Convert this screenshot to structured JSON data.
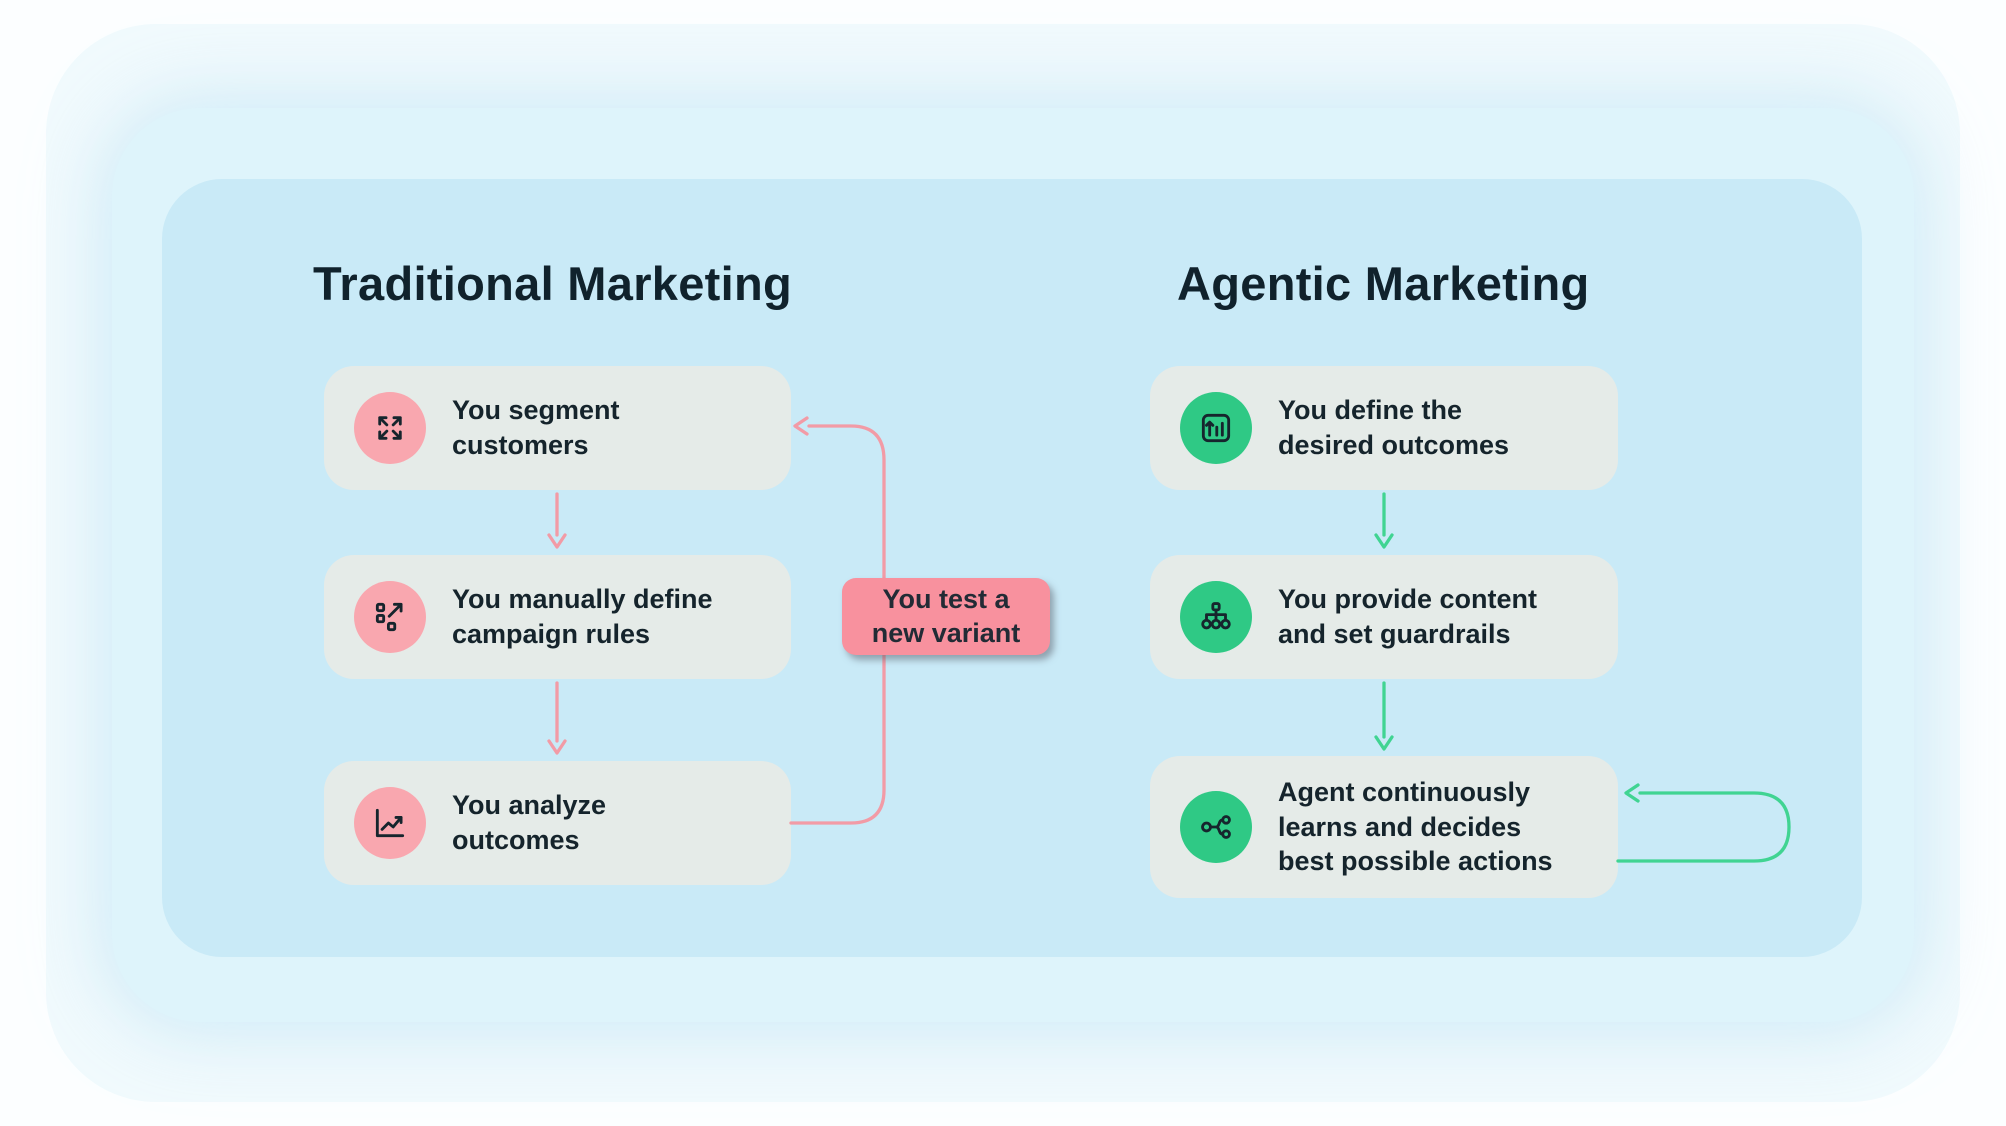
{
  "colors": {
    "panel_bg": "#c9eaf7",
    "card_bg": "#e5ebe8",
    "pink_circle": "#f9a7af",
    "pink_line": "#f29ba6",
    "pink_badge": "#f8919e",
    "green_circle": "#2fc985",
    "green_line": "#40d492",
    "text_dark": "#15242c"
  },
  "traditional": {
    "title": "Traditional Marketing",
    "steps": [
      {
        "label": "You segment\ncustomers",
        "icon": "segment-icon"
      },
      {
        "label": "You manually define\ncampaign rules",
        "icon": "campaign-rules-icon"
      },
      {
        "label": "You analyze\noutcomes",
        "icon": "analyze-outcomes-icon"
      }
    ],
    "loop_badge": "You test a\nnew variant"
  },
  "agentic": {
    "title": "Agentic Marketing",
    "steps": [
      {
        "label": "You define the\ndesired outcomes",
        "icon": "define-outcomes-icon"
      },
      {
        "label": "You provide content\nand set guardrails",
        "icon": "guardrails-icon"
      },
      {
        "label": "Agent continuously\nlearns and decides\nbest possible actions",
        "icon": "agent-learning-icon"
      }
    ]
  }
}
